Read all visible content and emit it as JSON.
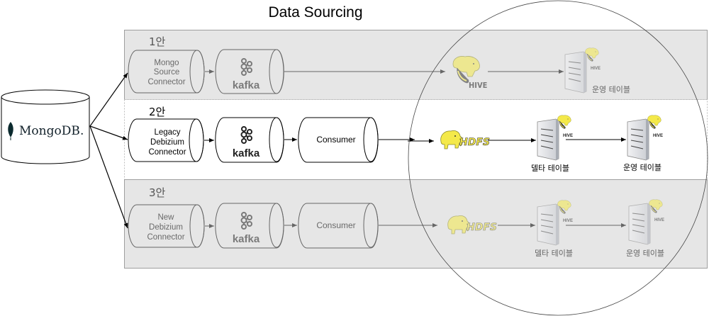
{
  "title": "Data Sourcing",
  "source": {
    "label": "MongoDB",
    "suffix": "."
  },
  "options": [
    {
      "label": "1안",
      "shaded": true,
      "connector": [
        "Mongo",
        "Source",
        "Connector"
      ],
      "kafka": "kafka",
      "consumer": null,
      "hub": "HIVE",
      "tables": [
        "운영 테이블"
      ]
    },
    {
      "label": "2안",
      "shaded": false,
      "connector": [
        "Legacy",
        "Debizium",
        "Connector"
      ],
      "kafka": "kafka",
      "consumer": "Consumer",
      "hub": "HDFS",
      "tables": [
        "델타 테이블",
        "운영 테이블"
      ]
    },
    {
      "label": "3안",
      "shaded": true,
      "connector": [
        "New",
        "Debizium",
        "Connector"
      ],
      "kafka": "kafka",
      "consumer": "Consumer",
      "hub": "HDFS",
      "tables": [
        "델타 테이블",
        "운영 테이블"
      ]
    }
  ],
  "badge_text": "HIVE",
  "colors": {
    "lane_shade": "#e6e6e6",
    "hadoop_yellow": "#f4e94a",
    "line": "#000000"
  }
}
